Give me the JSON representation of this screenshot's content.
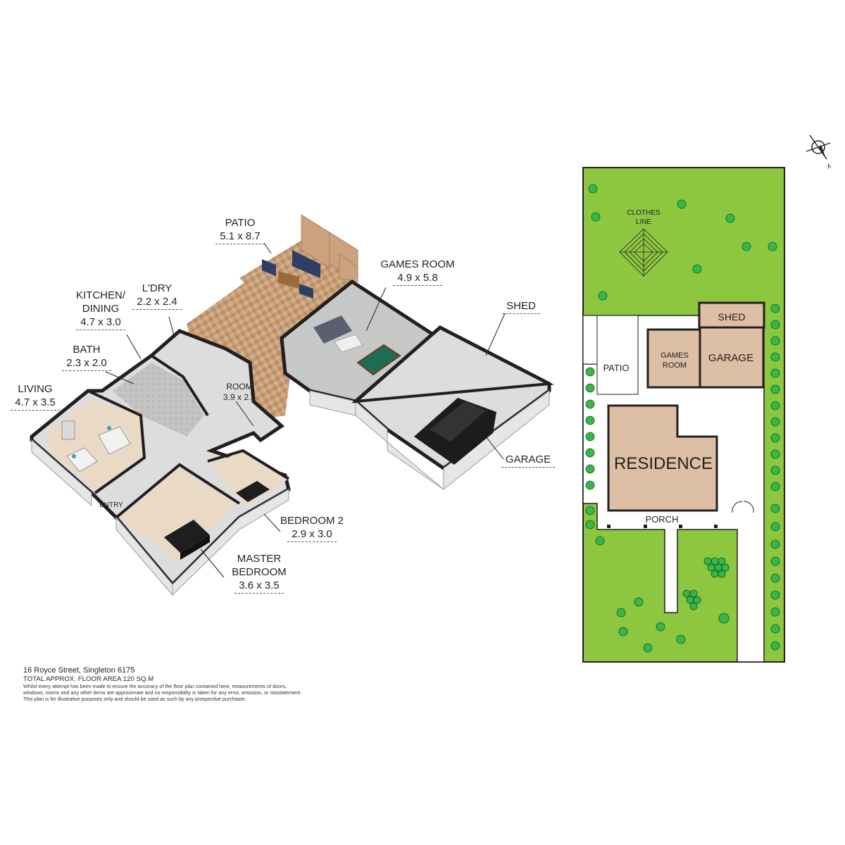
{
  "floor_plan": {
    "rooms": [
      {
        "name": "PATIO",
        "dims": "5.1 x 8.7"
      },
      {
        "name": "GAMES ROOM",
        "dims": "4.9 x 5.8"
      },
      {
        "name": "SHED",
        "dims": ""
      },
      {
        "name": "L'DRY",
        "dims": "2.2 x 2.4"
      },
      {
        "name": "KITCHEN/\nDINING",
        "dims": "4.7 x 3.0"
      },
      {
        "name": "BATH",
        "dims": "2.3 x 2.0"
      },
      {
        "name": "LIVING",
        "dims": "4.7 x 3.5"
      },
      {
        "name": "ROOM",
        "dims": "3.9 x 2.5"
      },
      {
        "name": "GARAGE",
        "dims": ""
      },
      {
        "name": "ENTRY",
        "dims": ""
      },
      {
        "name": "BEDROOM 2",
        "dims": "2.9 x 3.0"
      },
      {
        "name": "MASTER\nBEDROOM",
        "dims": "3.6 x 3.5"
      }
    ]
  },
  "site_plan": {
    "compass_label": "N",
    "labels": {
      "clothes_line_1": "CLOTHES",
      "clothes_line_2": "LINE",
      "shed": "SHED",
      "garage": "GARAGE",
      "games_room_1": "GAMES",
      "games_room_2": "ROOM",
      "patio": "PATIO",
      "residence": "RESIDENCE",
      "porch": "PORCH"
    }
  },
  "footer": {
    "address": "16 Royce Street, Singleton 6175",
    "area": "TOTAL APPROX. FLOOR AREA 120 SQ.M",
    "disclaimer_1": "Whilst every attempt has been made to ensure the accuracy of the floor plan contained here, measurements of doors,",
    "disclaimer_2": "windows, rooms and any other items are approximate and no responsibility is taken for any error, omission, or misstatement.",
    "disclaimer_3": "This plan is for illustrative purposes only and should be used as such by any prospective purchaser."
  },
  "colors": {
    "lawn": "#8dc63f",
    "room_fill": "#dcbfa4",
    "wall": "#231f20",
    "paving": "#ffffff",
    "floor_3d": "#c9c9c9",
    "deck": "#c9a27a"
  }
}
